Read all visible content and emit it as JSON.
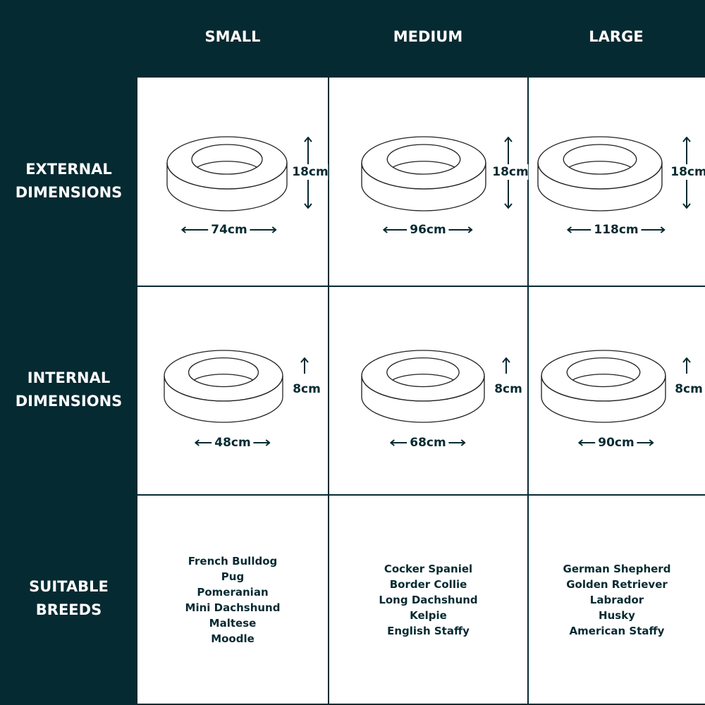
{
  "columns": [
    "SMALL",
    "MEDIUM",
    "LARGE"
  ],
  "rows": {
    "external": [
      "EXTERNAL",
      "DIMENSIONS"
    ],
    "internal": [
      "INTERNAL",
      "DIMENSIONS"
    ],
    "breeds": [
      "SUITABLE",
      "BREEDS"
    ]
  },
  "external": [
    {
      "height": "18cm",
      "width": "74cm"
    },
    {
      "height": "18cm",
      "width": "96cm"
    },
    {
      "height": "18cm",
      "width": "118cm"
    }
  ],
  "internal": [
    {
      "height": "8cm",
      "width": "48cm"
    },
    {
      "height": "8cm",
      "width": "68cm"
    },
    {
      "height": "8cm",
      "width": "90cm"
    }
  ],
  "breeds": [
    [
      "French Bulldog",
      "Pug",
      "Pomeranian",
      "Mini Dachshund",
      "Maltese",
      "Moodle"
    ],
    [
      "Cocker Spaniel",
      "Border Collie",
      "Long Dachshund",
      "Kelpie",
      "English Staffy"
    ],
    [
      "German Shepherd",
      "Golden Retriever",
      "Labrador",
      "Husky",
      "American Staffy"
    ]
  ],
  "colors": {
    "background": "#062a31",
    "cell": "#ffffff",
    "text": "#062a31"
  }
}
